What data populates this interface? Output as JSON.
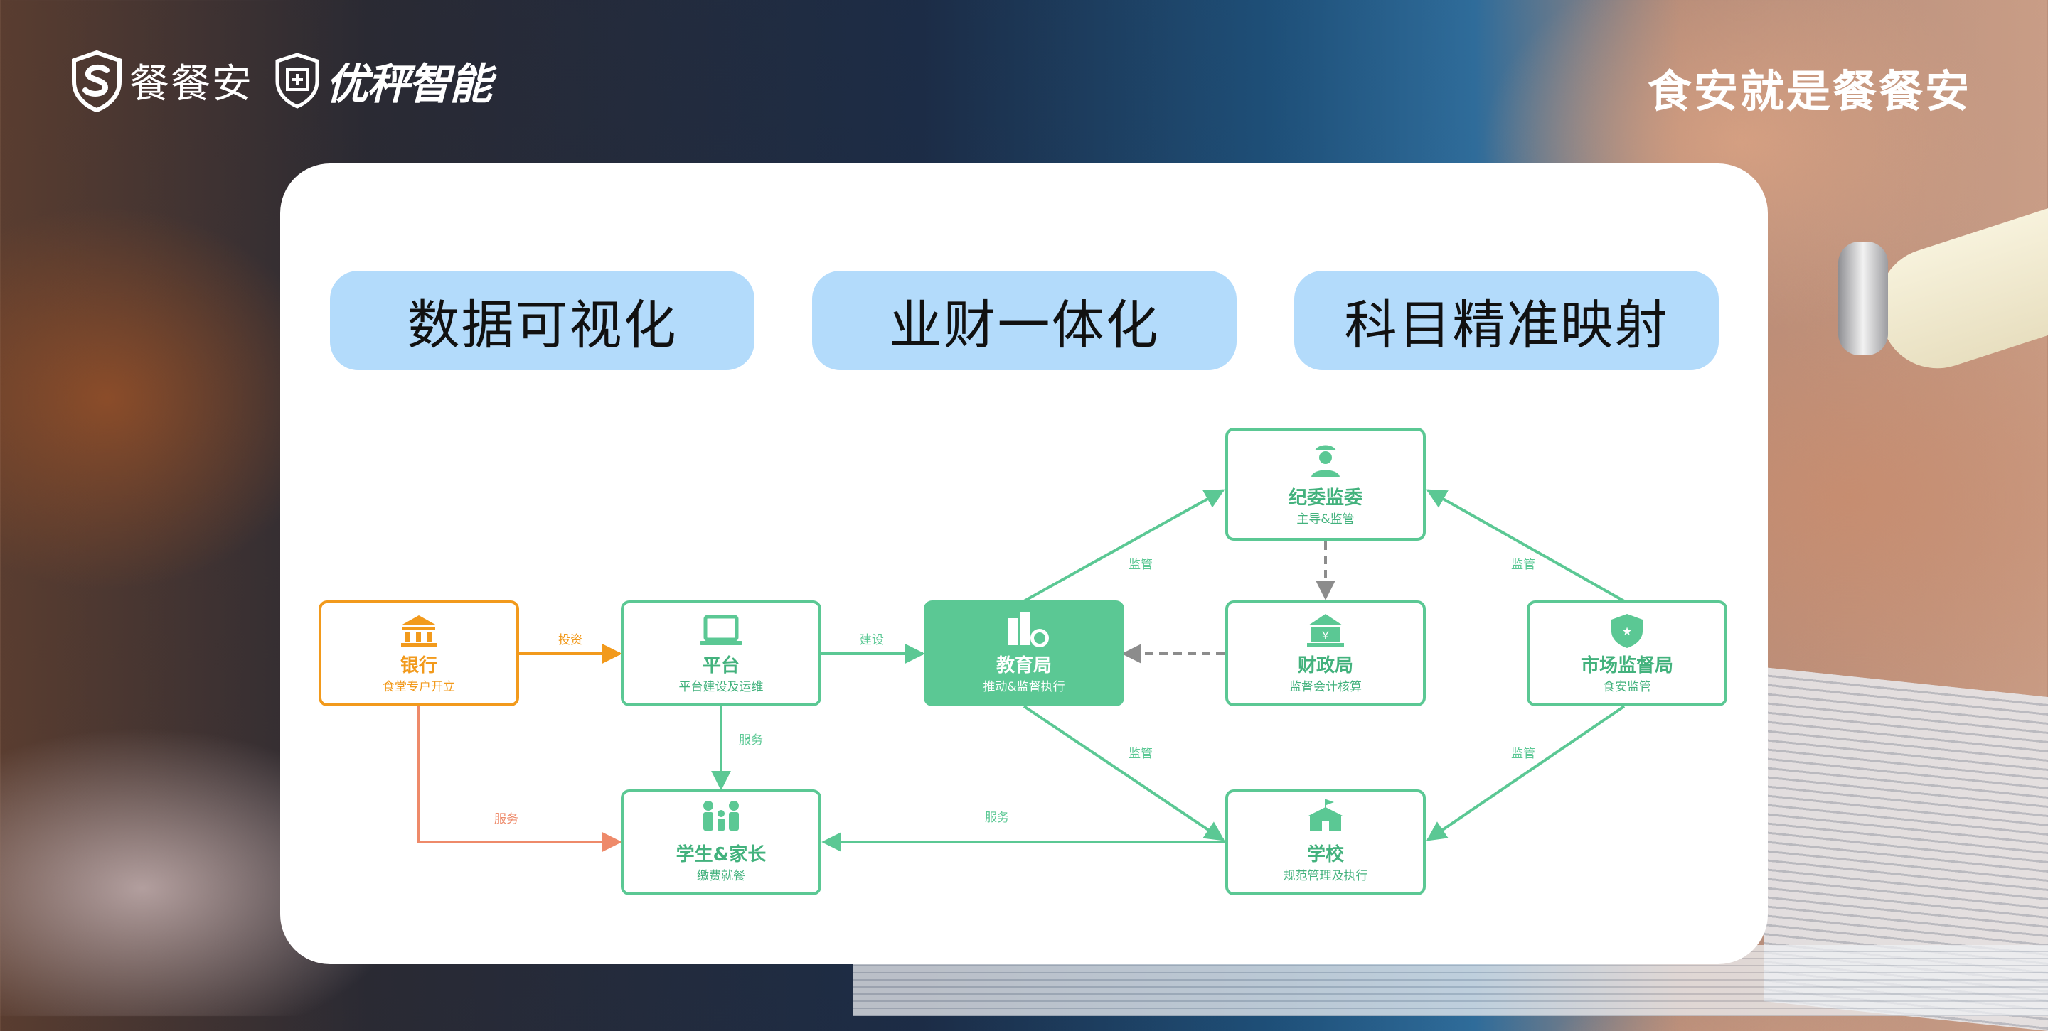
{
  "header": {
    "brand_primary": "餐餐安",
    "brand_secondary": "优秤智能",
    "slogan": "食安就是餐餐安"
  },
  "features": [
    {
      "label": "数据可视化"
    },
    {
      "label": "业财一体化"
    },
    {
      "label": "科目精准映射"
    }
  ],
  "nodes": [
    {
      "id": "bank",
      "title": "银行",
      "subtitle": "食堂专户开立",
      "icon": "bank-icon",
      "style": "orange"
    },
    {
      "id": "platform",
      "title": "平台",
      "subtitle": "平台建设及运维",
      "icon": "laptop-icon",
      "style": "outline"
    },
    {
      "id": "education",
      "title": "教育局",
      "subtitle": "推动&监督执行",
      "icon": "government-building-icon",
      "style": "filled"
    },
    {
      "id": "discipline",
      "title": "纪委监委",
      "subtitle": "主导&监管",
      "icon": "officer-icon",
      "style": "outline"
    },
    {
      "id": "finance",
      "title": "财政局",
      "subtitle": "监督会计核算",
      "icon": "treasury-icon",
      "style": "outline"
    },
    {
      "id": "market",
      "title": "市场监督局",
      "subtitle": "食安监管",
      "icon": "police-badge-icon",
      "style": "outline"
    },
    {
      "id": "students",
      "title": "学生&家长",
      "subtitle": "缴费就餐",
      "icon": "family-icon",
      "style": "outline"
    },
    {
      "id": "school",
      "title": "学校",
      "subtitle": "规范管理及执行",
      "icon": "school-icon",
      "style": "outline"
    }
  ],
  "edge_labels": {
    "invest": "投资",
    "build": "建设",
    "serve_platform": "服务",
    "serve_bank": "服务",
    "serve_school": "服务",
    "supervise_discipline": "监管",
    "supervise_school": "监管",
    "supervise_market_up": "监管",
    "supervise_market_down": "监管"
  },
  "colors": {
    "green": "#5bc894",
    "green_dark": "#43b27d",
    "orange": "#f29a1c",
    "salmon": "#ee8a6a",
    "gray_dash": "#8c8c8c",
    "pill_bg": "#b3dbfb"
  }
}
